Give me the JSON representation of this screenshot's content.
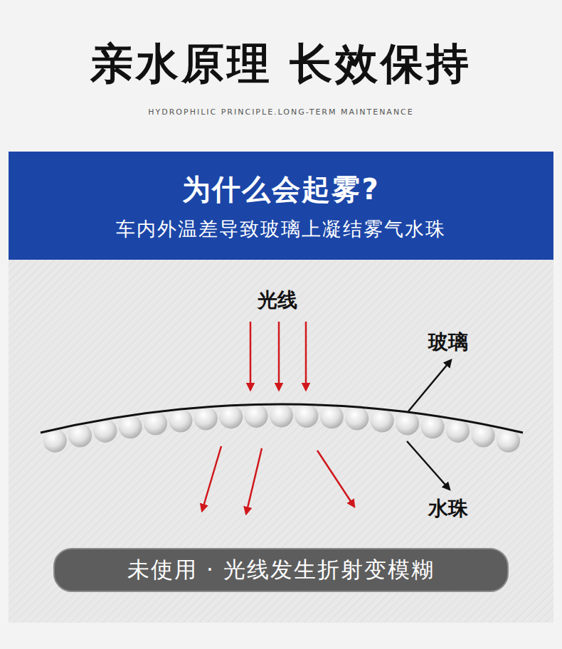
{
  "diagram": {
    "title": "亲水原理 长效保持",
    "nodes": [
      {
        "text": [
          "为什么会起雾?",
          "车内外温差导致玻璃上凝结雾气水珠"
        ]
      },
      {
        "text": [
          "未使用 · 光线发生折射变模糊"
        ]
      }
    ],
    "labels": [
      "HYDROPHILIC PRINCIPLE.LONG-TERM MAINTENANCE",
      "光线",
      "玻璃",
      "水珠"
    ]
  }
}
